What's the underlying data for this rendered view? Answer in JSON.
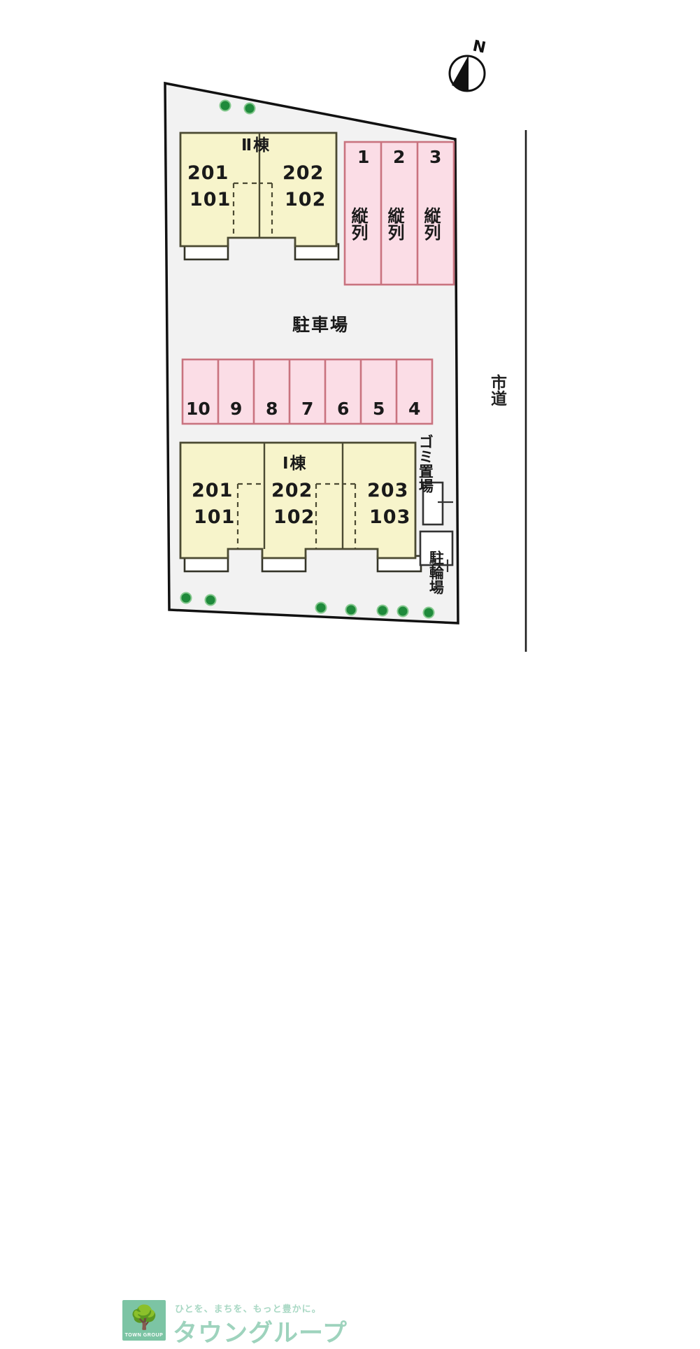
{
  "site": {
    "compass_label": "N",
    "road_label": "市道",
    "parking_area_label": "駐車場",
    "trash_label": "ゴミ置場",
    "bicycle_label": "駐輪場"
  },
  "buildings": [
    {
      "id": "building-2",
      "name": "Ⅱ棟",
      "units": [
        {
          "upper": "201",
          "lower": "101"
        },
        {
          "upper": "202",
          "lower": "102"
        }
      ]
    },
    {
      "id": "building-1",
      "name": "Ⅰ棟",
      "units": [
        {
          "upper": "201",
          "lower": "101"
        },
        {
          "upper": "202",
          "lower": "102"
        },
        {
          "upper": "203",
          "lower": "103"
        }
      ]
    }
  ],
  "parking": {
    "tandem_stalls": [
      {
        "number": "1",
        "type": "縦列"
      },
      {
        "number": "2",
        "type": "縦列"
      },
      {
        "number": "3",
        "type": "縦列"
      }
    ],
    "row_stalls": [
      "10",
      "9",
      "8",
      "7",
      "6",
      "5",
      "4"
    ]
  },
  "colors": {
    "building_fill": "#f7f4cb",
    "building_stroke": "#4b4a32",
    "parking_fill": "#fbdde6",
    "parking_stroke": "#c9737f",
    "site_fill": "#f2f2f2",
    "site_stroke": "#111111",
    "tree_green": "#1f8a3b",
    "brand_green": "#7cc4a4"
  },
  "footer": {
    "tagline": "ひとを、まちを、もっと豊かに。",
    "brand": "タウングループ",
    "mark_text": "TOWN GROUP"
  }
}
